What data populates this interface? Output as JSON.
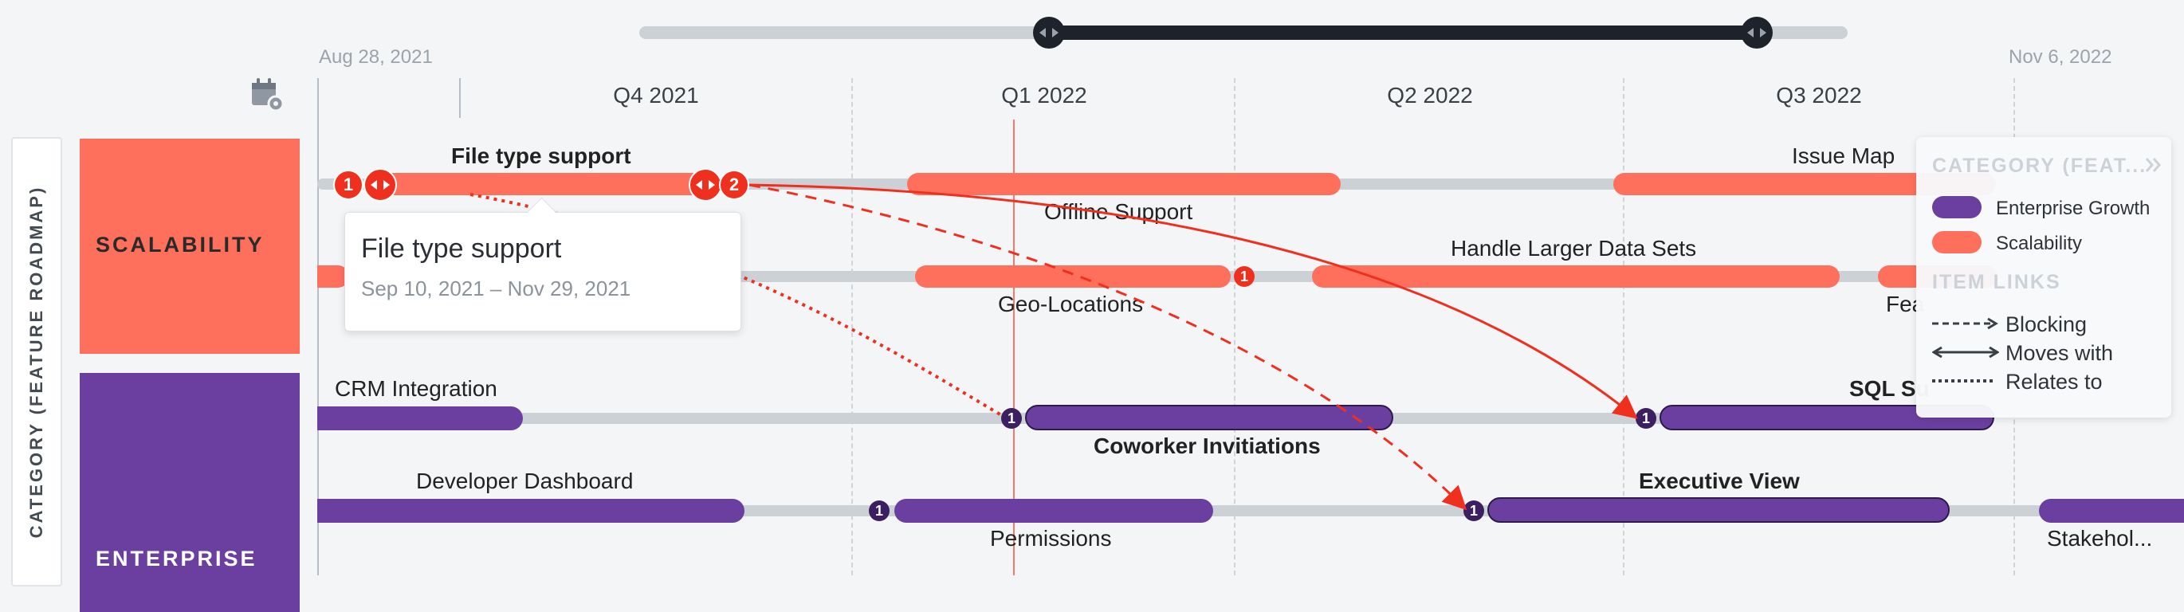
{
  "timeline": {
    "start_date": "Aug 28, 2021",
    "end_date": "Nov 6, 2022",
    "quarters": [
      "Q4 2021",
      "Q1 2022",
      "Q2 2022",
      "Q3 2022"
    ]
  },
  "view": {
    "vertical_header": "CATEGORY (FEATURE ROADMAP)",
    "calendar_icon": "calendar-settings-icon"
  },
  "categories": [
    {
      "name": "SCALABILITY",
      "color": "#ff705c"
    },
    {
      "name": "ENTERPRISE",
      "color": "#6b3fa0"
    }
  ],
  "items": {
    "file_type_support": "File type support",
    "offline_support": "Offline Support",
    "issue_map": "Issue Map",
    "geo_locations": "Geo-Locations",
    "handle_larger": "Handle Larger Data Sets",
    "fea_truncated": "Fea",
    "crm_integration": "CRM Integration",
    "coworker_invitiations": "Coworker Invitiations",
    "sql_truncated": "SQL Su",
    "developer_dashboard": "Developer Dashboard",
    "permissions": "Permissions",
    "executive_view": "Executive View",
    "stakeholder_truncated": "Stakehol..."
  },
  "badges": {
    "b1": "1",
    "b2": "2",
    "geo": "1",
    "coworker": "1",
    "sql": "1",
    "permissions": "1",
    "executive": "1"
  },
  "tooltip": {
    "title": "File type support",
    "dates": "Sep 10, 2021 – Nov 29, 2021"
  },
  "legend": {
    "category_heading": "CATEGORY (FEAT...",
    "categories": [
      {
        "label": "Enterprise Growth",
        "color": "#6b3fa0"
      },
      {
        "label": "Scalability",
        "color": "#ff705c"
      }
    ],
    "links_heading": "ITEM LINKS",
    "links": [
      {
        "label": "Blocking",
        "style": "dashed"
      },
      {
        "label": "Moves with",
        "style": "solid"
      },
      {
        "label": "Relates to",
        "style": "dotted"
      }
    ]
  }
}
